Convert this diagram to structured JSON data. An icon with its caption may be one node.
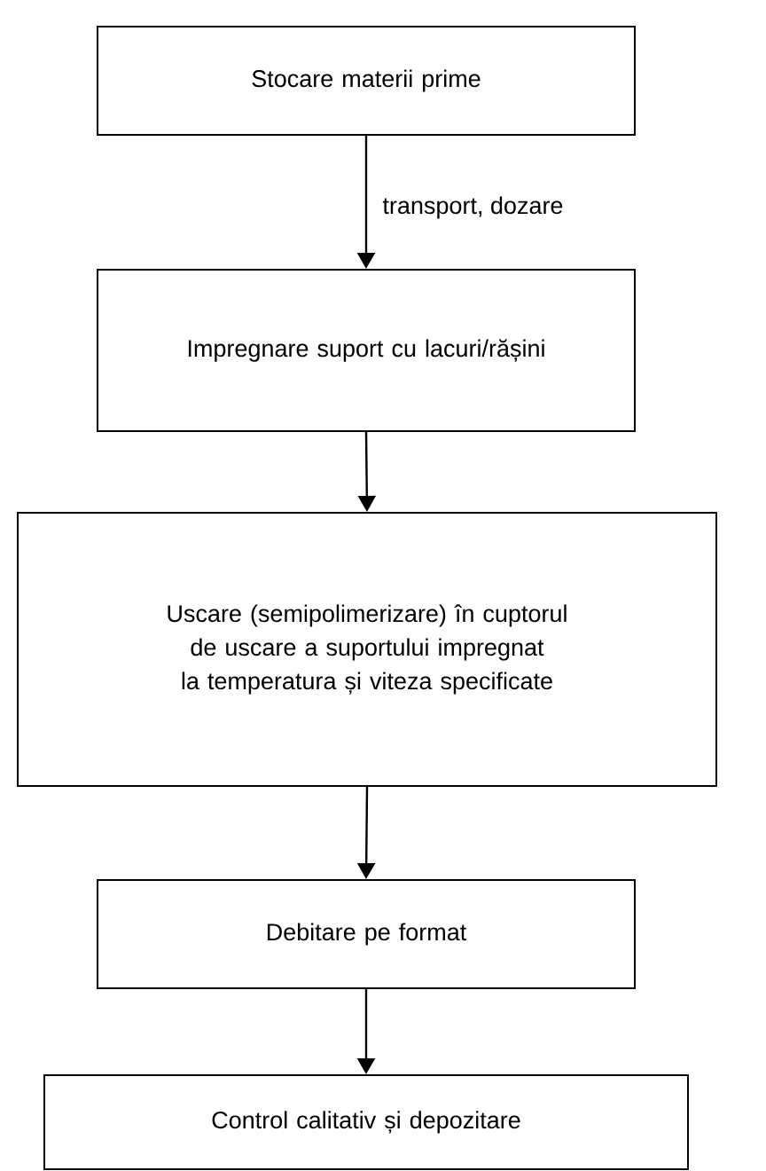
{
  "diagram": {
    "nodes": [
      {
        "text": [
          "Stocare materii prime"
        ]
      },
      {
        "text": [
          "Impregnare suport cu lacuri/rășini"
        ]
      },
      {
        "text": [
          "Uscare (semipolimerizare) în cuptorul de uscare a suportului impregnat la temperatura și viteza specificate"
        ]
      },
      {
        "text": [
          "Debitare pe format"
        ]
      },
      {
        "text": [
          "Control calitativ și depozitare"
        ]
      }
    ],
    "edges": [
      {
        "from": 0,
        "to": 1,
        "arrow": "to",
        "label": "transport, dozare"
      },
      {
        "from": 1,
        "to": 2,
        "arrow": "to"
      },
      {
        "from": 2,
        "to": 3,
        "arrow": "to"
      },
      {
        "from": 3,
        "to": 4,
        "arrow": "to"
      }
    ]
  }
}
